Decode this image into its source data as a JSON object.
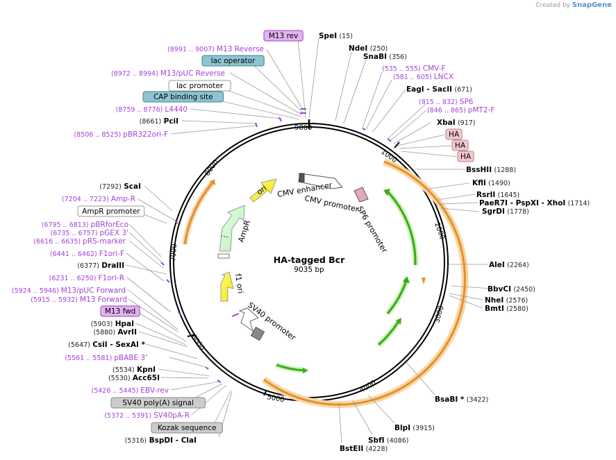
{
  "watermark": {
    "prefix": "Created by",
    "brand": "SnapGene"
  },
  "plasmid": {
    "name": "HA-tagged Bcr",
    "size_label": "9035 bp",
    "length": 9035
  },
  "ticks": [
    "1000",
    "2000",
    "3000",
    "4000",
    "5000",
    "6000",
    "7000",
    "8000",
    "9000"
  ],
  "features": [
    {
      "name": "CMV enhancer",
      "label": "CMV enhancer"
    },
    {
      "name": "CMV promoter",
      "label": "CMV promoter"
    },
    {
      "name": "SP6 promoter",
      "label": "SP6 promoter"
    },
    {
      "name": "ori",
      "label": "ori"
    },
    {
      "name": "AmpR",
      "label": "AmpR"
    },
    {
      "name": "f1 ori",
      "label": "f1 ori"
    },
    {
      "name": "SV40 promoter",
      "label": "SV40 promoter"
    }
  ],
  "labels": [
    {
      "id": "m13rev",
      "kind": "boxed",
      "text": "M13 rev",
      "fill": "#e0b3f0",
      "stroke": "#a040c0"
    },
    {
      "id": "spei",
      "kind": "enzyme",
      "name": "SpeI",
      "pos": "(15)"
    },
    {
      "id": "m13reverse",
      "kind": "primer",
      "range": "(8991 .. 9007)",
      "name": "M13 Reverse"
    },
    {
      "id": "ndei",
      "kind": "enzyme",
      "name": "NdeI",
      "pos": "(250)"
    },
    {
      "id": "snabi",
      "kind": "enzyme",
      "name": "SnaBI",
      "pos": "(356)"
    },
    {
      "id": "lacop",
      "kind": "boxed",
      "text": "lac operator",
      "fill": "#8ec4d2",
      "stroke": "#40808f"
    },
    {
      "id": "cmvf",
      "kind": "primer",
      "range": "(535 .. 555)",
      "name": "CMV-F"
    },
    {
      "id": "m13puc",
      "kind": "primer",
      "range": "(8972 .. 8994)",
      "name": "M13/pUC Reverse"
    },
    {
      "id": "lncx",
      "kind": "primer",
      "range": "(581 .. 605)",
      "name": "LNCX"
    },
    {
      "id": "lacprom",
      "kind": "boxed",
      "text": "lac promoter",
      "fill": "#ffffff",
      "stroke": "#999999"
    },
    {
      "id": "eagi",
      "kind": "enzyme2",
      "name": "EagI",
      "name2": "SacII",
      "pos": "(671)"
    },
    {
      "id": "cap",
      "kind": "boxed",
      "text": "CAP binding site",
      "fill": "#8ec4d2",
      "stroke": "#40808f"
    },
    {
      "id": "sp6",
      "kind": "primer",
      "range": "(815 .. 832)",
      "name": "SP6"
    },
    {
      "id": "l4440",
      "kind": "primer",
      "range": "(8759 .. 8776)",
      "name": "L4440"
    },
    {
      "id": "pmt2f",
      "kind": "primer",
      "range": "(846 .. 865)",
      "name": "pMT2-F"
    },
    {
      "id": "pcii",
      "kind": "enzyme",
      "name": "PciI",
      "pos": "(8661)"
    },
    {
      "id": "xbai",
      "kind": "enzyme",
      "name": "XbaI",
      "pos": "(917)"
    },
    {
      "id": "pbr322",
      "kind": "primer",
      "range": "(8506 .. 8525)",
      "name": "pBR322ori-F"
    },
    {
      "id": "ha1",
      "kind": "boxed",
      "text": "HA",
      "fill": "#f0c8d0",
      "stroke": "#c08090"
    },
    {
      "id": "ha2",
      "kind": "boxed",
      "text": "HA",
      "fill": "#f0c8d0",
      "stroke": "#c08090"
    },
    {
      "id": "ha3",
      "kind": "boxed",
      "text": "HA",
      "fill": "#f0c8d0",
      "stroke": "#c08090"
    },
    {
      "id": "bsshii",
      "kind": "enzyme",
      "name": "BssHII",
      "pos": "(1288)"
    },
    {
      "id": "scai",
      "kind": "enzyme",
      "name": "ScaI",
      "pos": "(7292)"
    },
    {
      "id": "kfli",
      "kind": "enzyme",
      "name": "KflI",
      "pos": "(1490)"
    },
    {
      "id": "ampr",
      "kind": "primer",
      "range": "(7204 .. 7223)",
      "name": "Amp-R"
    },
    {
      "id": "rsrii",
      "kind": "enzyme",
      "name": "RsrII",
      "pos": "(1645)"
    },
    {
      "id": "amprprom",
      "kind": "boxed",
      "text": "AmpR promoter",
      "fill": "#ffffff",
      "stroke": "#999999"
    },
    {
      "id": "paer7i",
      "kind": "enzyme3",
      "name": "PaeR7I",
      "name2": "PspXI",
      "name3": "XhoI",
      "pos": "(1714)"
    },
    {
      "id": "sgrdi",
      "kind": "enzyme",
      "name": "SgrDI",
      "pos": "(1778)"
    },
    {
      "id": "pbrforeco",
      "kind": "primer",
      "range": "(6795 .. 6813)",
      "name": "pBRforEco"
    },
    {
      "id": "pgex3",
      "kind": "primer",
      "range": "(6735 .. 6757)",
      "name": "pGEX 3'"
    },
    {
      "id": "prs",
      "kind": "primer",
      "range": "(6616 .. 6635)",
      "name": "pRS-marker"
    },
    {
      "id": "f1orif",
      "kind": "primer",
      "range": "(6441 .. 6462)",
      "name": "F1ori-F"
    },
    {
      "id": "draiii",
      "kind": "enzyme",
      "name": "DraIII",
      "pos": "(6377)"
    },
    {
      "id": "alei",
      "kind": "enzyme",
      "name": "AleI",
      "pos": "(2264)"
    },
    {
      "id": "f1orir",
      "kind": "primer",
      "range": "(6231 .. 6250)",
      "name": "F1ori-R"
    },
    {
      "id": "bbvci",
      "kind": "enzyme",
      "name": "BbvCI",
      "pos": "(2450)"
    },
    {
      "id": "m13pucfwd",
      "kind": "primer",
      "range": "(5924 .. 5946)",
      "name": "M13/pUC Forward"
    },
    {
      "id": "nhei",
      "kind": "enzyme",
      "name": "NheI",
      "pos": "(2576)"
    },
    {
      "id": "m13forward",
      "kind": "primer",
      "range": "(5915 .. 5932)",
      "name": "M13 Forward"
    },
    {
      "id": "bmti",
      "kind": "enzyme",
      "name": "BmtI",
      "pos": "(2580)"
    },
    {
      "id": "m13fwd",
      "kind": "boxed",
      "text": "M13 fwd",
      "fill": "#e0b3f0",
      "stroke": "#a040c0"
    },
    {
      "id": "hpai",
      "kind": "enzyme",
      "name": "HpaI",
      "pos": "(5903)"
    },
    {
      "id": "avrii",
      "kind": "enzyme",
      "name": "AvrII",
      "pos": "(5880)"
    },
    {
      "id": "csii",
      "kind": "enzyme2",
      "name": "CsiI",
      "name2": "SexAI *",
      "pos": "(5647)"
    },
    {
      "id": "pbabe",
      "kind": "primer",
      "range": "(5561 .. 5581)",
      "name": "pBABE 3'"
    },
    {
      "id": "kpni",
      "kind": "enzyme",
      "name": "KpnI",
      "pos": "(5534)"
    },
    {
      "id": "acc65i",
      "kind": "enzyme",
      "name": "Acc65I",
      "pos": "(5530)"
    },
    {
      "id": "bsabi",
      "kind": "enzyme",
      "name": "BsaBI *",
      "pos": "(3422)"
    },
    {
      "id": "ebvrev",
      "kind": "primer",
      "range": "(5426 .. 5445)",
      "name": "EBV-rev"
    },
    {
      "id": "sv40polya",
      "kind": "boxed",
      "text": "SV40 poly(A) signal",
      "fill": "#cccccc",
      "stroke": "#888888"
    },
    {
      "id": "sv40par",
      "kind": "primer",
      "range": "(5372 .. 5391)",
      "name": "SV40pA-R"
    },
    {
      "id": "blpi",
      "kind": "enzyme",
      "name": "BlpI",
      "pos": "(3915)"
    },
    {
      "id": "kozak",
      "kind": "boxed",
      "text": "Kozak sequence",
      "fill": "#cccccc",
      "stroke": "#888888"
    },
    {
      "id": "sfii",
      "kind": "enzyme",
      "name": "SbfI",
      "pos": "(4086)"
    },
    {
      "id": "bspdi",
      "kind": "enzyme2",
      "name": "BspDI",
      "name2": "ClaI",
      "pos": "(5316)"
    },
    {
      "id": "bsteii",
      "kind": "enzyme",
      "name": "BstEII",
      "pos": "(4228)"
    }
  ],
  "colors": {
    "enzyme": "#000000",
    "primer": "#a63fd6",
    "orange": "#e58f2a",
    "green": "#3aaa1a"
  }
}
